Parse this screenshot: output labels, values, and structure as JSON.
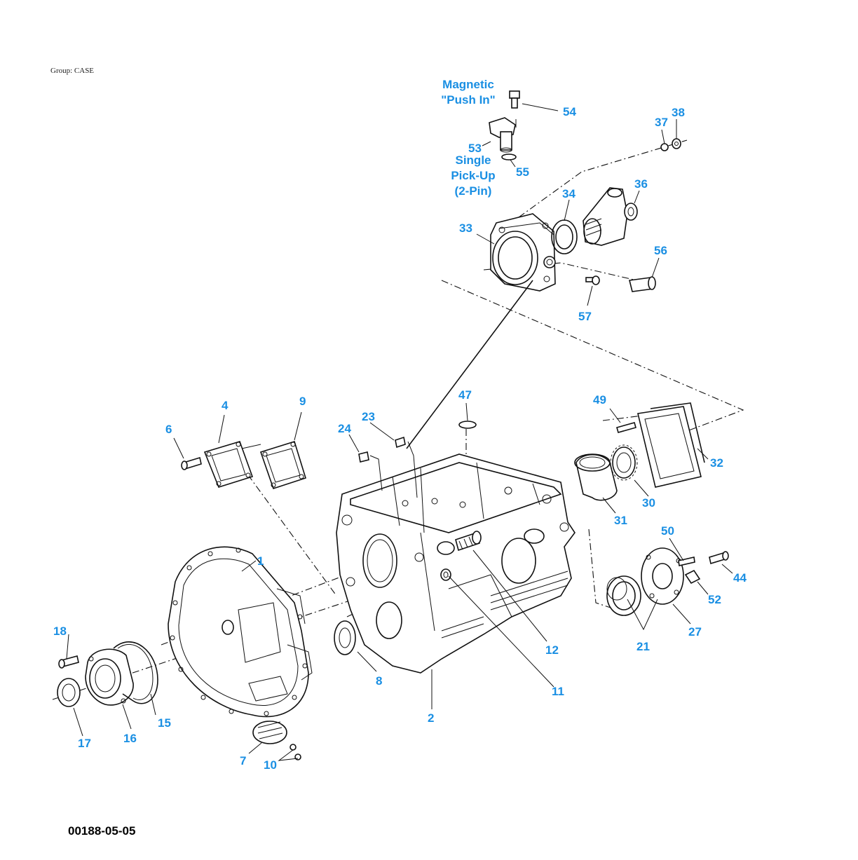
{
  "header": {
    "group": "Group: CASE"
  },
  "footer": {
    "figure_id": "00188-05-05"
  },
  "notes": {
    "magnetic_line1": "Magnetic",
    "magnetic_line2": "\"Push In\"",
    "pickup_line1": "Single",
    "pickup_line2": "Pick-Up",
    "pickup_line3": "(2-Pin)"
  },
  "callouts": {
    "c1": "1",
    "c2": "2",
    "c4": "4",
    "c6": "6",
    "c7": "7",
    "c8": "8",
    "c9": "9",
    "c10": "10",
    "c11": "11",
    "c12": "12",
    "c15": "15",
    "c16": "16",
    "c17": "17",
    "c18": "18",
    "c21": "21",
    "c23": "23",
    "c24": "24",
    "c27": "27",
    "c30": "30",
    "c31": "31",
    "c32": "32",
    "c33": "33",
    "c34": "34",
    "c36": "36",
    "c37": "37",
    "c38": "38",
    "c44": "44",
    "c47": "47",
    "c49": "49",
    "c50": "50",
    "c52": "52",
    "c53": "53",
    "c54": "54",
    "c55": "55",
    "c56": "56",
    "c57": "57"
  },
  "colors": {
    "callout": "#1a8fe3",
    "line": "#111111"
  }
}
